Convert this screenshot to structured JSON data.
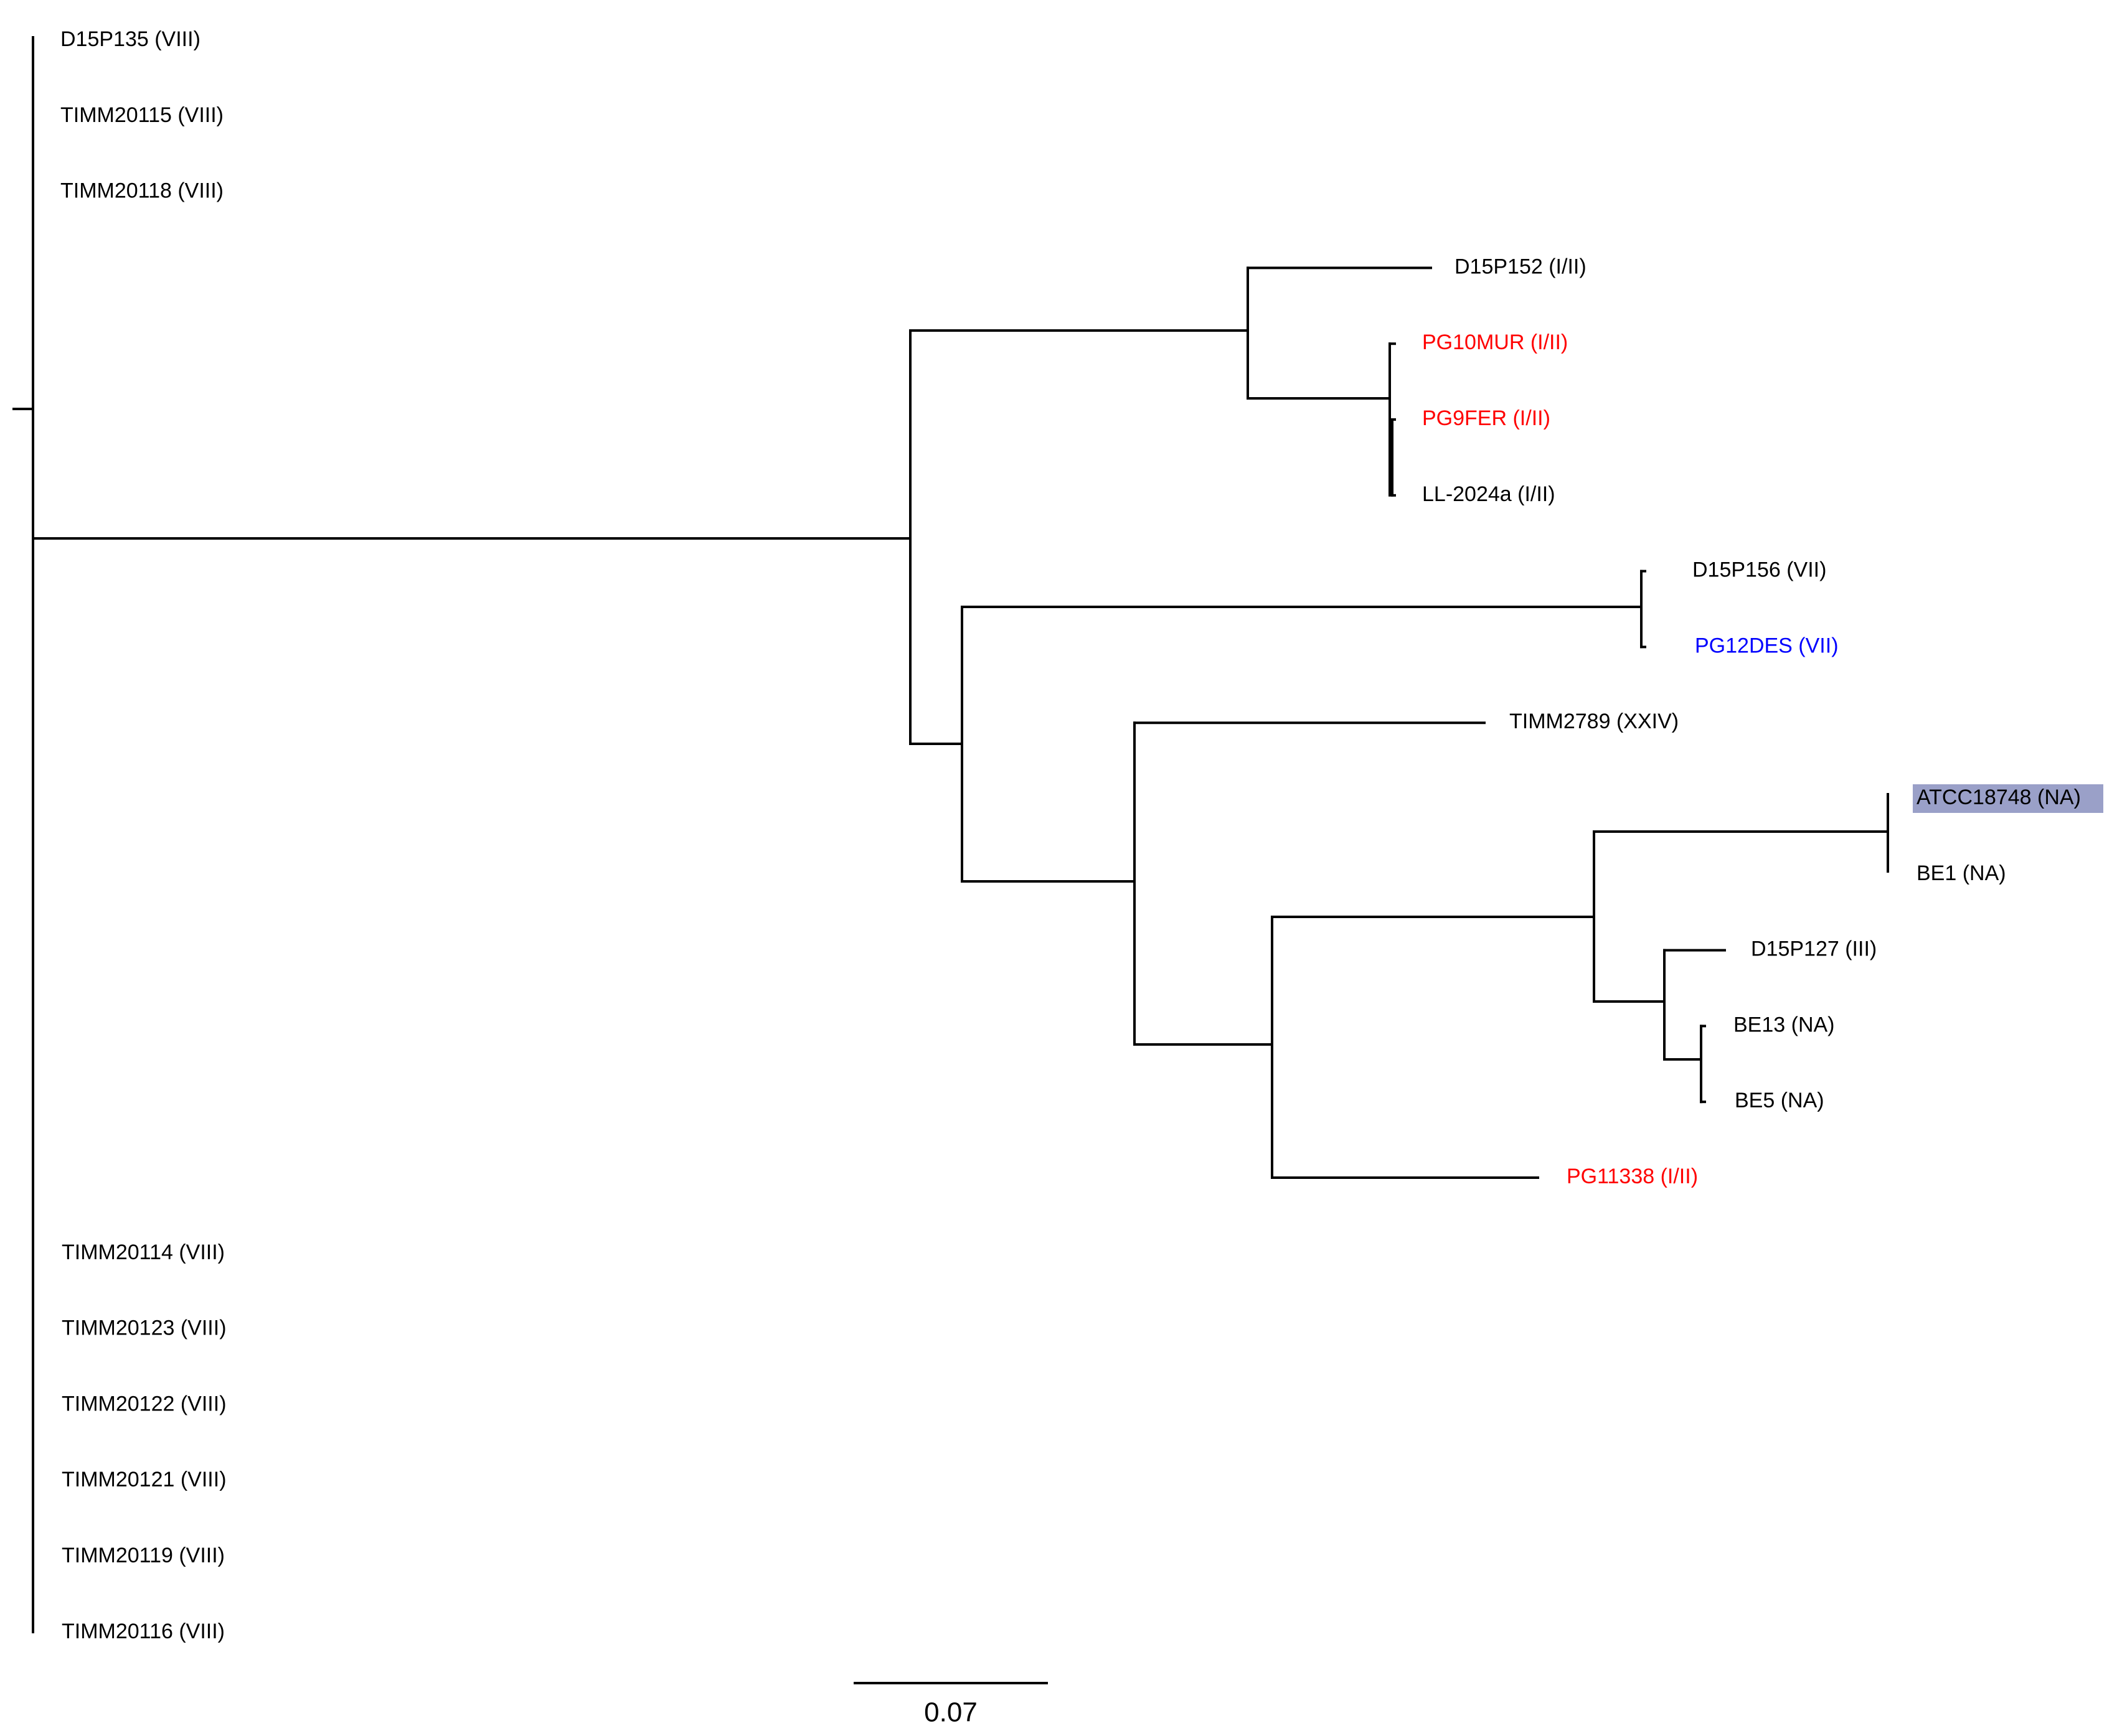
{
  "colors": {
    "branch": "#000000",
    "default_label": "#000000",
    "type_I_II": "#ff0000",
    "type_VII": "#0000ff",
    "highlight_background": "#9aa0c8"
  },
  "tree": {
    "taxa": [
      {
        "id": "t1",
        "label": "D15P135 (VIII)",
        "color": "#000000"
      },
      {
        "id": "t2",
        "label": "TIMM20115 (VIII)",
        "color": "#000000"
      },
      {
        "id": "t3",
        "label": "TIMM20118 (VIII)",
        "color": "#000000"
      },
      {
        "id": "t4",
        "label": "D15P152 (I/II)",
        "color": "#000000"
      },
      {
        "id": "t5",
        "label": "PG10MUR (I/II)",
        "color": "#ff0000"
      },
      {
        "id": "t6",
        "label": "PG9FER (I/II)",
        "color": "#ff0000"
      },
      {
        "id": "t7",
        "label": "LL-2024a (I/II)",
        "color": "#000000"
      },
      {
        "id": "t8",
        "label": "D15P156 (VII)",
        "color": "#000000"
      },
      {
        "id": "t9",
        "label": "PG12DES (VII)",
        "color": "#0000ff"
      },
      {
        "id": "t10",
        "label": "TIMM2789 (XXIV)",
        "color": "#000000"
      },
      {
        "id": "t11",
        "label": "ATCC18748 (NA)",
        "color": "#000000",
        "highlighted": true
      },
      {
        "id": "t12",
        "label": "BE1 (NA)",
        "color": "#000000"
      },
      {
        "id": "t13",
        "label": "D15P127 (III)",
        "color": "#000000"
      },
      {
        "id": "t14",
        "label": "BE13 (NA)",
        "color": "#000000"
      },
      {
        "id": "t15",
        "label": "BE5 (NA)",
        "color": "#000000"
      },
      {
        "id": "t16",
        "label": "PG11338 (I/II)",
        "color": "#ff0000"
      },
      {
        "id": "t17",
        "label": "TIMM20114 (VIII)",
        "color": "#000000"
      },
      {
        "id": "t18",
        "label": "TIMM20123 (VIII)",
        "color": "#000000"
      },
      {
        "id": "t19",
        "label": "TIMM20122 (VIII)",
        "color": "#000000"
      },
      {
        "id": "t20",
        "label": "TIMM20121 (VIII)",
        "color": "#000000"
      },
      {
        "id": "t21",
        "label": "TIMM20119 (VIII)",
        "color": "#000000"
      },
      {
        "id": "t22",
        "label": "TIMM20116 (VIII)",
        "color": "#000000"
      }
    ],
    "scale_bar": {
      "label": "0.07",
      "length": 0.07
    }
  }
}
